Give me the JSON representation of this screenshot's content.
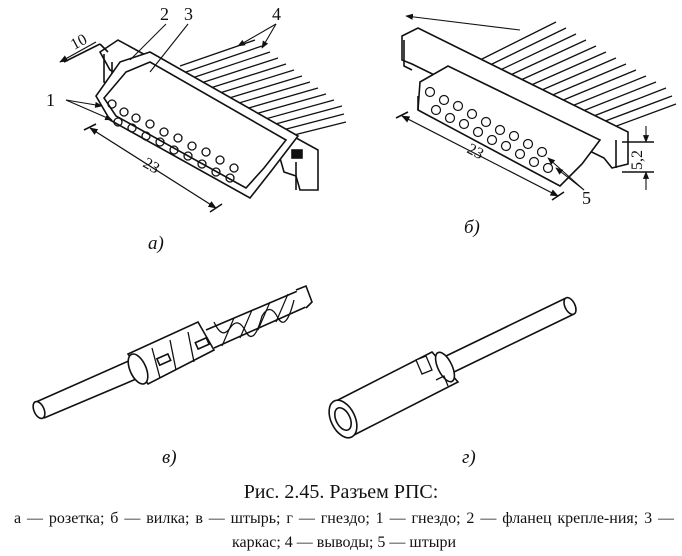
{
  "figure": {
    "title": "Рис. 2.45. Разъем РПС:",
    "legend": "а — розетка; б — вилка; в — штырь; г — гнездо; 1 — гнездо; 2 — фланец крепле-ния; 3 — каркас; 4 — выводы; 5 — штыри"
  },
  "panels": {
    "a": {
      "sublabel": "а)",
      "dim_width": "10",
      "dim_length": "23",
      "callouts": {
        "c1": "1",
        "c2": "2",
        "c3": "3",
        "c4": "4"
      }
    },
    "b": {
      "sublabel": "б)",
      "dim_length": "23",
      "dim_height": "5,2",
      "callouts": {
        "c5": "5"
      }
    },
    "v": {
      "sublabel": "в)"
    },
    "g": {
      "sublabel": "г)"
    }
  }
}
